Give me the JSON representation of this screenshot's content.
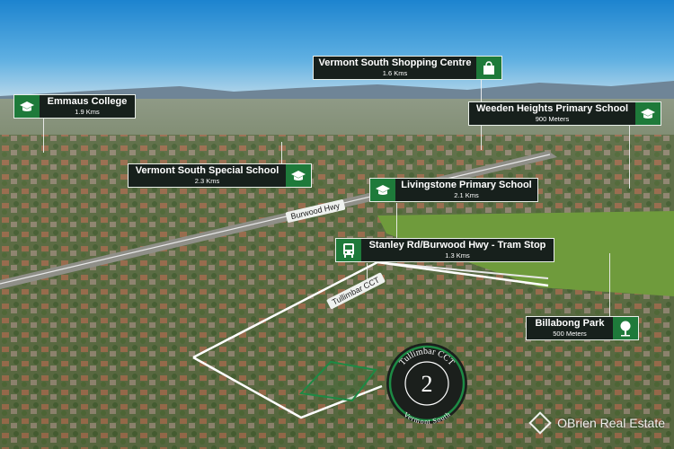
{
  "pois": [
    {
      "id": "emmaus-college",
      "name": "Emmaus College",
      "distance": "1.9 Kms",
      "icon": "graduation-cap-icon"
    },
    {
      "id": "vermont-south-shopping-centre",
      "name": "Vermont South Shopping Centre",
      "distance": "1.6 Kms",
      "icon": "shopping-bag-icon"
    },
    {
      "id": "weeden-heights-primary-school",
      "name": "Weeden Heights Primary School",
      "distance": "900 Meters",
      "icon": "graduation-cap-icon"
    },
    {
      "id": "vermont-south-special-school",
      "name": "Vermont South Special School",
      "distance": "2.3 Kms",
      "icon": "graduation-cap-icon"
    },
    {
      "id": "livingstone-primary-school",
      "name": "Livingstone Primary School",
      "distance": "2.1 Kms",
      "icon": "graduation-cap-icon"
    },
    {
      "id": "tram-stop",
      "name": "Stanley Rd/Burwood Hwy - Tram Stop",
      "distance": "1.3 Kms",
      "icon": "bus-icon"
    },
    {
      "id": "billabong-park",
      "name": "Billabong Park",
      "distance": "500 Meters",
      "icon": "tree-icon"
    }
  ],
  "roads": {
    "burwood": "Burwood Hwy",
    "tullimbar": "Tullimbar CCT"
  },
  "badge": {
    "top": "Tullimbar CCT",
    "number": "2",
    "bottom": "Vermont South"
  },
  "watermark": {
    "text": "OBrien Real Estate"
  },
  "colors": {
    "label_bg": "#17201c",
    "icon_green": "#1e7a3a",
    "badge_ring": "#1d8a44",
    "boundary": "#ffffff"
  }
}
